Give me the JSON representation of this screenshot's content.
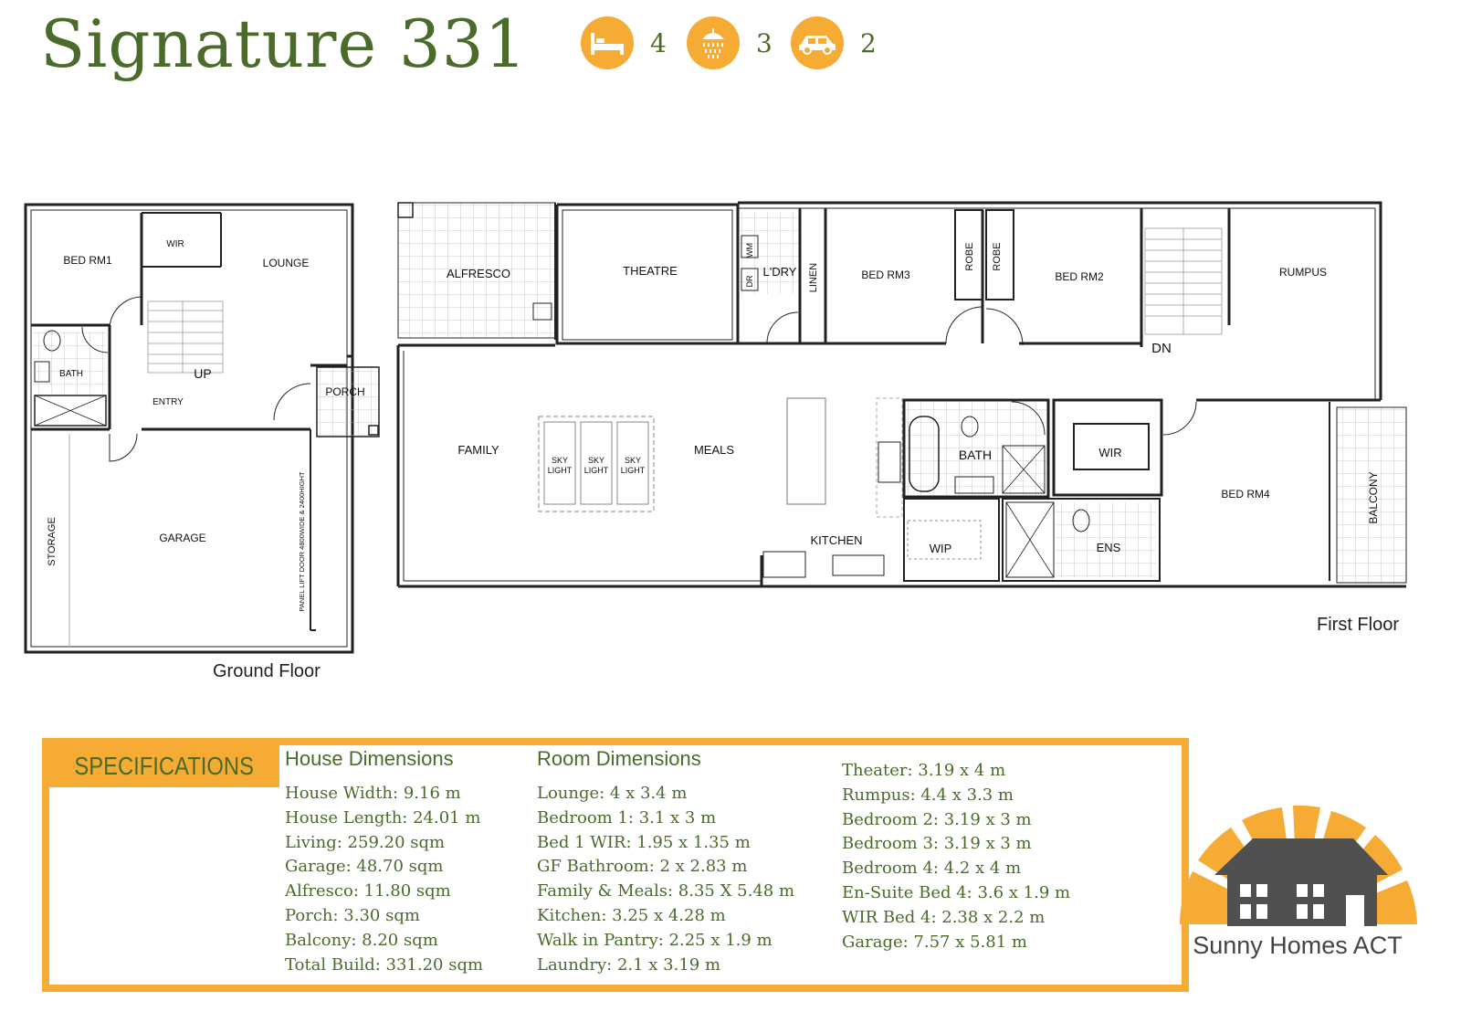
{
  "header": {
    "title": "Signature 331",
    "features": [
      {
        "icon": "bed-icon",
        "value": "4"
      },
      {
        "icon": "shower-icon",
        "value": "3"
      },
      {
        "icon": "car-icon",
        "value": "2"
      }
    ]
  },
  "ground_floor": {
    "label": "Ground Floor",
    "rooms": {
      "bed1": "BED RM1",
      "wir": "WIR",
      "lounge": "LOUNGE",
      "bath": "BATH",
      "entry": "ENTRY",
      "up": "UP",
      "porch": "PORCH",
      "storage": "STORAGE",
      "garage": "GARAGE",
      "garage_door": "PANEL LIFT DOOR 4800WIDE & 2400HIGHT"
    }
  },
  "first_floor": {
    "label": "First Floor",
    "rooms": {
      "alfresco": "ALFRESCO",
      "theatre": "THEATRE",
      "wm": "WM",
      "dr": "DR",
      "ldry": "L'DRY",
      "linen": "LINEN",
      "bed3": "BED RM3",
      "robe": "ROBE",
      "bed2": "BED RM2",
      "rumpus": "RUMPUS",
      "dn": "DN",
      "family": "FAMILY",
      "sky": "SKY",
      "light": "LIGHT",
      "meals": "MEALS",
      "bath": "BATH",
      "wir": "WIR",
      "bed4": "BED RM4",
      "balcony": "BALCONY",
      "kitchen": "KITCHEN",
      "wip": "WIP",
      "ens": "ENS"
    }
  },
  "specifications": {
    "label": "SPECIFICATIONS",
    "house_heading": "House Dimensions",
    "house": [
      "House Width: 9.16 m",
      "House Length: 24.01 m",
      "Living: 259.20 sqm",
      "Garage: 48.70 sqm",
      "Alfresco: 11.80 sqm",
      "Porch: 3.30 sqm",
      "Balcony: 8.20 sqm",
      "Total Build: 331.20 sqm"
    ],
    "room_heading": "Room Dimensions",
    "rooms": [
      "Lounge: 4 x 3.4 m",
      "Bedroom 1: 3.1 x 3 m",
      "Bed 1 WIR: 1.95 x 1.35 m",
      "GF Bathroom: 2 x 2.83 m",
      "Family & Meals: 8.35 X 5.48 m",
      "Kitchen: 3.25 x 4.28 m",
      "Walk in Pantry: 2.25 x 1.9 m",
      "Laundry: 2.1 x 3.19 m"
    ],
    "rooms2": [
      "Theater: 3.19 x 4 m",
      "Rumpus:     4.4 x 3.3 m",
      "Bedroom 2: 3.19 x 3 m",
      "Bedroom 3: 3.19 x 3 m",
      "Bedroom 4: 4.2 x 4 m",
      "En-Suite Bed 4: 3.6 x 1.9 m",
      "WIR Bed 4: 2.38 x 2.2 m",
      "Garage: 7.57 x 5.81 m"
    ]
  },
  "logo": {
    "text": "Sunny Homes ACT"
  },
  "colors": {
    "accent": "#f6ab34",
    "green": "#4a6b2a"
  }
}
